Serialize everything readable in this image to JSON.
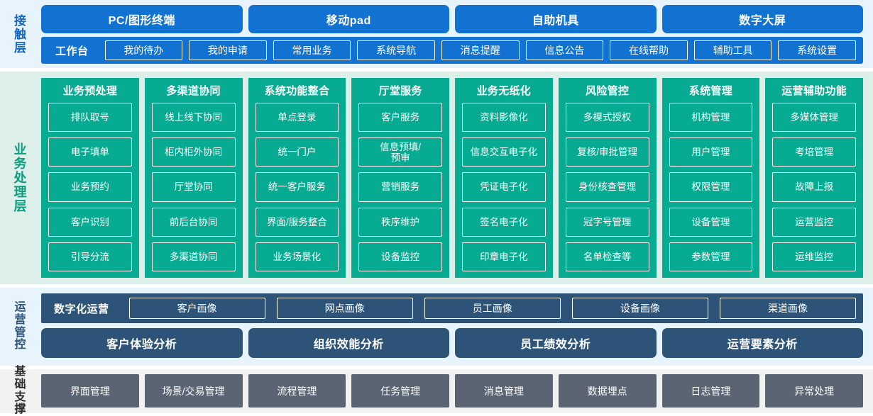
{
  "colors": {
    "contact_bg": "#e8f4fd",
    "contact_accent": "#1272d1",
    "business_bg": "#dcefe9",
    "business_accent": "#07ab92",
    "ops_bg": "#e8f4fd",
    "ops_accent": "#2d5478",
    "base_bg": "#f1f1f1",
    "base_accent": "#5a6473"
  },
  "contact_layer": {
    "label": "接触层",
    "channels": [
      {
        "label": "PC/图形终端"
      },
      {
        "label": "移动pad"
      },
      {
        "label": "自助机具"
      },
      {
        "label": "数字大屏"
      }
    ],
    "workbench": {
      "title": "工作台",
      "items": [
        {
          "label": "我的待办"
        },
        {
          "label": "我的申请"
        },
        {
          "label": "常用业务"
        },
        {
          "label": "系统导航"
        },
        {
          "label": "消息提醒"
        },
        {
          "label": "信息公告"
        },
        {
          "label": "在线帮助"
        },
        {
          "label": "辅助工具"
        },
        {
          "label": "系统设置"
        }
      ]
    }
  },
  "business_layer": {
    "label": "业务处理层",
    "columns": [
      {
        "title": "业务预处理",
        "items": [
          {
            "label": "排队取号"
          },
          {
            "label": "电子填单"
          },
          {
            "label": "业务预约"
          },
          {
            "label": "客户识别"
          },
          {
            "label": "引导分流"
          }
        ]
      },
      {
        "title": "多渠道协同",
        "items": [
          {
            "label": "线上线下协同"
          },
          {
            "label": "柜内柜外协同"
          },
          {
            "label": "厅堂协同"
          },
          {
            "label": "前后台协同"
          },
          {
            "label": "多渠道协同"
          }
        ]
      },
      {
        "title": "系统功能整合",
        "items": [
          {
            "label": "单点登录"
          },
          {
            "label": "统一门户"
          },
          {
            "label": "统一客户服务"
          },
          {
            "label": "界面/服务整合"
          },
          {
            "label": "业务场景化"
          }
        ]
      },
      {
        "title": "厅堂服务",
        "items": [
          {
            "label": "客户服务"
          },
          {
            "label": "信息预填/\n预审"
          },
          {
            "label": "营销服务"
          },
          {
            "label": "秩序维护"
          },
          {
            "label": "设备监控"
          }
        ]
      },
      {
        "title": "业务无纸化",
        "items": [
          {
            "label": "资料影像化"
          },
          {
            "label": "信息交互电子化"
          },
          {
            "label": "凭证电子化"
          },
          {
            "label": "签名电子化"
          },
          {
            "label": "印章电子化"
          }
        ]
      },
      {
        "title": "风险管控",
        "items": [
          {
            "label": "多模式授权"
          },
          {
            "label": "复核/审批管理"
          },
          {
            "label": "身份核查管理"
          },
          {
            "label": "冠字号管理"
          },
          {
            "label": "名单检查等"
          }
        ]
      },
      {
        "title": "系统管理",
        "items": [
          {
            "label": "机构管理"
          },
          {
            "label": "用户管理"
          },
          {
            "label": "权限管理"
          },
          {
            "label": "设备管理"
          },
          {
            "label": "参数管理"
          }
        ]
      },
      {
        "title": "运营辅助功能",
        "items": [
          {
            "label": "多媒体管理"
          },
          {
            "label": "考培管理"
          },
          {
            "label": "故障上报"
          },
          {
            "label": "运营监控"
          },
          {
            "label": "运维监控"
          }
        ]
      }
    ]
  },
  "ops_layer": {
    "label": "运营管控",
    "digital_ops": {
      "title": "数字化运营",
      "portraits": [
        {
          "label": "客户画像"
        },
        {
          "label": "网点画像"
        },
        {
          "label": "员工画像"
        },
        {
          "label": "设备画像"
        },
        {
          "label": "渠道画像"
        }
      ]
    },
    "analyses": [
      {
        "label": "客户体验分析"
      },
      {
        "label": "组织效能分析"
      },
      {
        "label": "员工绩效分析"
      },
      {
        "label": "运营要素分析"
      }
    ]
  },
  "base_layer": {
    "label": "基础支撑",
    "items": [
      {
        "label": "界面管理"
      },
      {
        "label": "场景/交易管理"
      },
      {
        "label": "流程管理"
      },
      {
        "label": "任务管理"
      },
      {
        "label": "消息管理"
      },
      {
        "label": "数据埋点"
      },
      {
        "label": "日志管理"
      },
      {
        "label": "异常处理"
      }
    ]
  }
}
